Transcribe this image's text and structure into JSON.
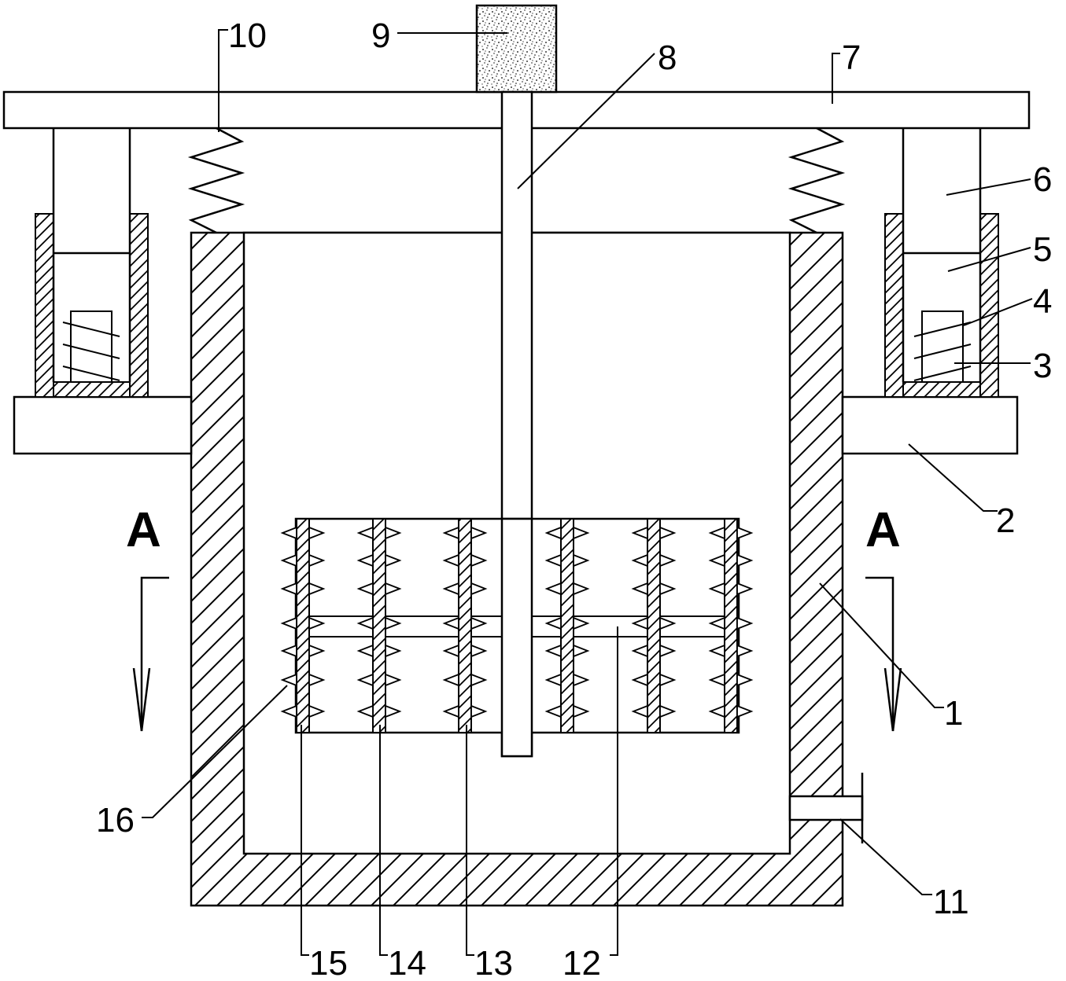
{
  "labels": {
    "l1": "1",
    "l2": "2",
    "l3": "3",
    "l4": "4",
    "l5": "5",
    "l6": "6",
    "l7": "7",
    "l8": "8",
    "l9": "9",
    "l10": "10",
    "l11": "11",
    "l12": "12",
    "l13": "13",
    "l14": "14",
    "l15": "15",
    "l16": "16"
  },
  "section": {
    "left": "A",
    "right": "A"
  }
}
